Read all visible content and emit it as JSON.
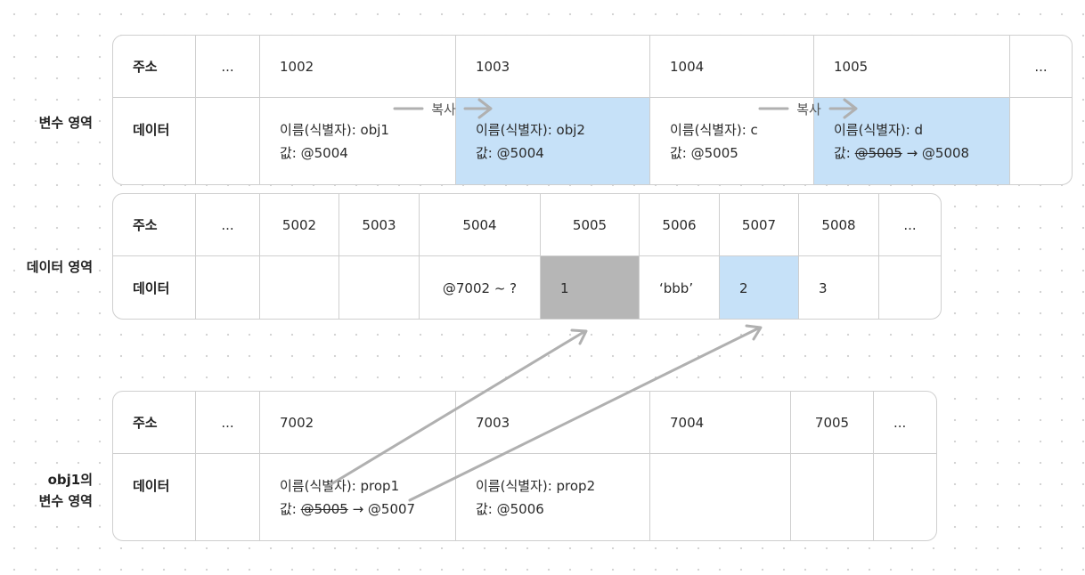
{
  "labels": {
    "variable_region": "변수 영역",
    "data_region": "데이터 영역",
    "obj1_region_line1": "obj1의",
    "obj1_region_line2": "변수 영역"
  },
  "variable_table": {
    "address_header": "주소",
    "data_header": "데이터",
    "addresses": [
      "...",
      "1002",
      "1003",
      "1004",
      "1005",
      "..."
    ],
    "cells": [
      {
        "name_line": "",
        "value_prefix": "",
        "value_struck": "",
        "value_new": ""
      },
      {
        "name_line": "이름(식별자): obj1",
        "value_prefix": "값: ",
        "value_struck": "",
        "value_new": "@5004"
      },
      {
        "name_line": "이름(식별자): obj2",
        "value_prefix": "값: ",
        "value_struck": "",
        "value_new": "@5004"
      },
      {
        "name_line": "이름(식별자): c",
        "value_prefix": "값: ",
        "value_struck": "",
        "value_new": "@5005"
      },
      {
        "name_line": "이름(식별자): d",
        "value_prefix": "값: ",
        "value_struck": "@5005",
        "value_new": " → @5008"
      },
      {
        "name_line": "",
        "value_prefix": "",
        "value_struck": "",
        "value_new": ""
      }
    ]
  },
  "data_table": {
    "address_header": "주소",
    "data_header": "데이터",
    "addresses": [
      "...",
      "5002",
      "5003",
      "5004",
      "5005",
      "5006",
      "5007",
      "5008",
      "..."
    ],
    "values": [
      "",
      "",
      "",
      "@7002 ~ ?",
      "1",
      "‘bbb’",
      "2",
      "3",
      ""
    ]
  },
  "obj1_table": {
    "address_header": "주소",
    "data_header": "데이터",
    "addresses": [
      "...",
      "7002",
      "7003",
      "7004",
      "7005",
      "..."
    ],
    "cells": [
      {
        "name_line": "",
        "value_prefix": "",
        "value_struck": "",
        "value_new": ""
      },
      {
        "name_line": "이름(식별자): prop1",
        "value_prefix": "값: ",
        "value_struck": "@5005",
        "value_new": " → @5007"
      },
      {
        "name_line": "이름(식별자): prop2",
        "value_prefix": "값: ",
        "value_struck": "",
        "value_new": "@5006"
      },
      {
        "name_line": "",
        "value_prefix": "",
        "value_struck": "",
        "value_new": ""
      },
      {
        "name_line": "",
        "value_prefix": "",
        "value_struck": "",
        "value_new": ""
      },
      {
        "name_line": "",
        "value_prefix": "",
        "value_struck": "",
        "value_new": ""
      }
    ]
  },
  "copy_arrows": [
    {
      "label": "복사"
    },
    {
      "label": "복사"
    }
  ],
  "colors": {
    "highlight_blue": "#c6e1f8",
    "highlight_gray": "#b6b6b6",
    "arrow_gray": "#b0b0b0",
    "border": "#cfcfcf"
  }
}
